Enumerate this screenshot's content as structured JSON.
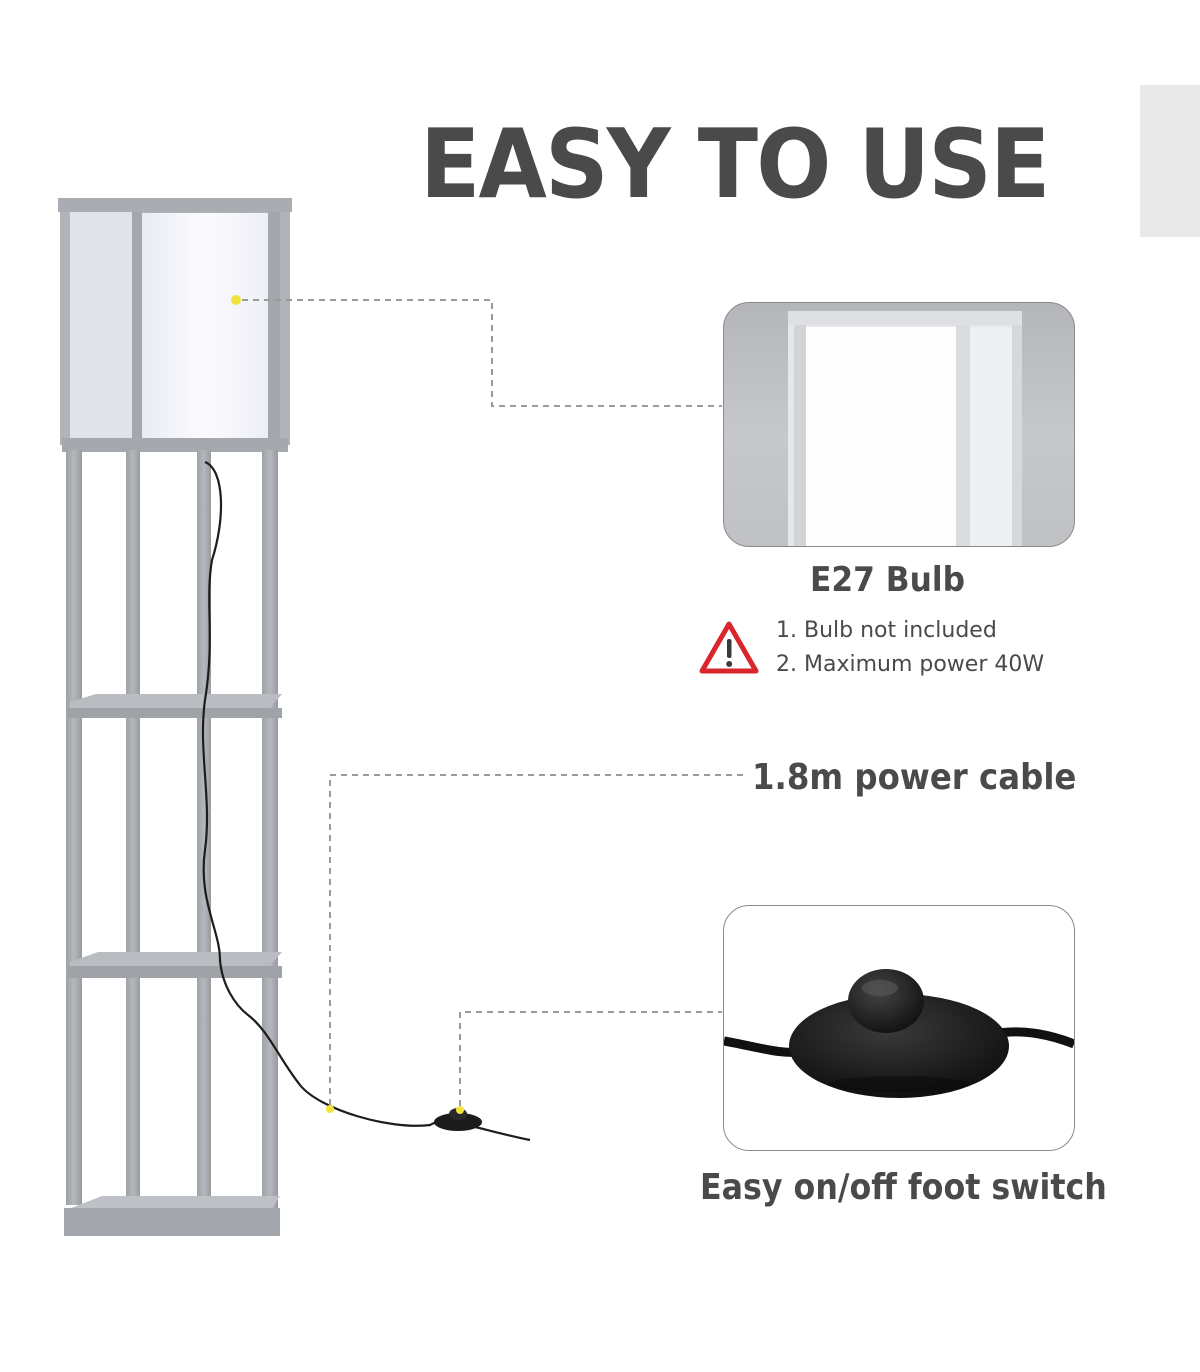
{
  "headline": "EASY TO USE",
  "bulb_callout": {
    "title": "E27 Bulb",
    "notes": [
      "1. Bulb not included",
      "2. Maximum power 40W"
    ],
    "warning_icon": "warning-triangle-icon"
  },
  "cable_callout": {
    "label": "1.8m power cable"
  },
  "switch_callout": {
    "label": "Easy on/off foot switch"
  },
  "colors": {
    "text": "#4a4a4a",
    "frame": "#a7abaf",
    "shade": "#f4f4fb",
    "warning": "#d9252b",
    "marker": "#f2e33a",
    "leader": "#9a9a9a"
  }
}
